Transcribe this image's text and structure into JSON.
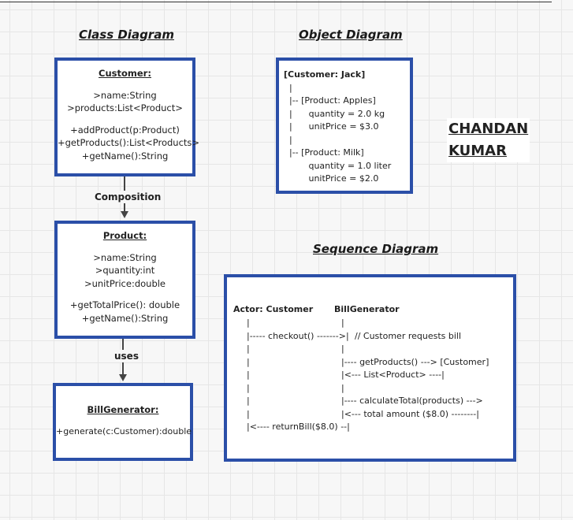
{
  "headings": {
    "class_diagram": "Class Diagram",
    "object_diagram": "Object Diagram",
    "sequence_diagram": "Sequence Diagram"
  },
  "author": {
    "line1": "CHANDAN",
    "line2": "KUMAR"
  },
  "customer_class": {
    "title": "Customer:",
    "attributes": [
      ">name:String",
      ">products:List<Product>"
    ],
    "methods": [
      "+addProduct(p:Product)",
      "+getProducts():List<Products>",
      "+getName():String"
    ]
  },
  "product_class": {
    "title": "Product:",
    "attributes": [
      ">name:String",
      ">quantity:int",
      ">unitPrice:double"
    ],
    "methods": [
      "+getTotalPrice(): double",
      "+getName():String"
    ]
  },
  "billgenerator_class": {
    "title": "BillGenerator:",
    "methods": [
      "+generate(c:Customer):double"
    ]
  },
  "relations": {
    "composition": "Composition",
    "uses": "uses"
  },
  "object_diagram": {
    "lines": [
      "[Customer: Jack]",
      "  |",
      "  |-- [Product: Apples]",
      "  |      quantity = 2.0 kg",
      "  |      unitPrice = $3.0",
      "  |",
      "  |-- [Product: Milk]",
      "         quantity = 1.0 liter",
      "         unitPrice = $2.0"
    ]
  },
  "sequence_diagram": {
    "actor": "Actor: Customer",
    "participant": "BillGenerator",
    "rows": [
      {
        "left": "|",
        "right": "|"
      },
      {
        "left": "|----- checkout() ------->|",
        "right": "// Customer requests bill"
      },
      {
        "left": "|",
        "right": "|"
      },
      {
        "left": "|",
        "right": "|---- getProducts() ---> [Customer]"
      },
      {
        "left": "|",
        "right": "|<--- List<Product> ----|"
      },
      {
        "left": "|",
        "right": "|"
      },
      {
        "left": "|",
        "right": "|---- calculateTotal(products) --->"
      },
      {
        "left": "|",
        "right": "|<--- total amount ($8.0) --------|"
      },
      {
        "left": "|<---- returnBill($8.0) --|",
        "right": ""
      }
    ]
  }
}
